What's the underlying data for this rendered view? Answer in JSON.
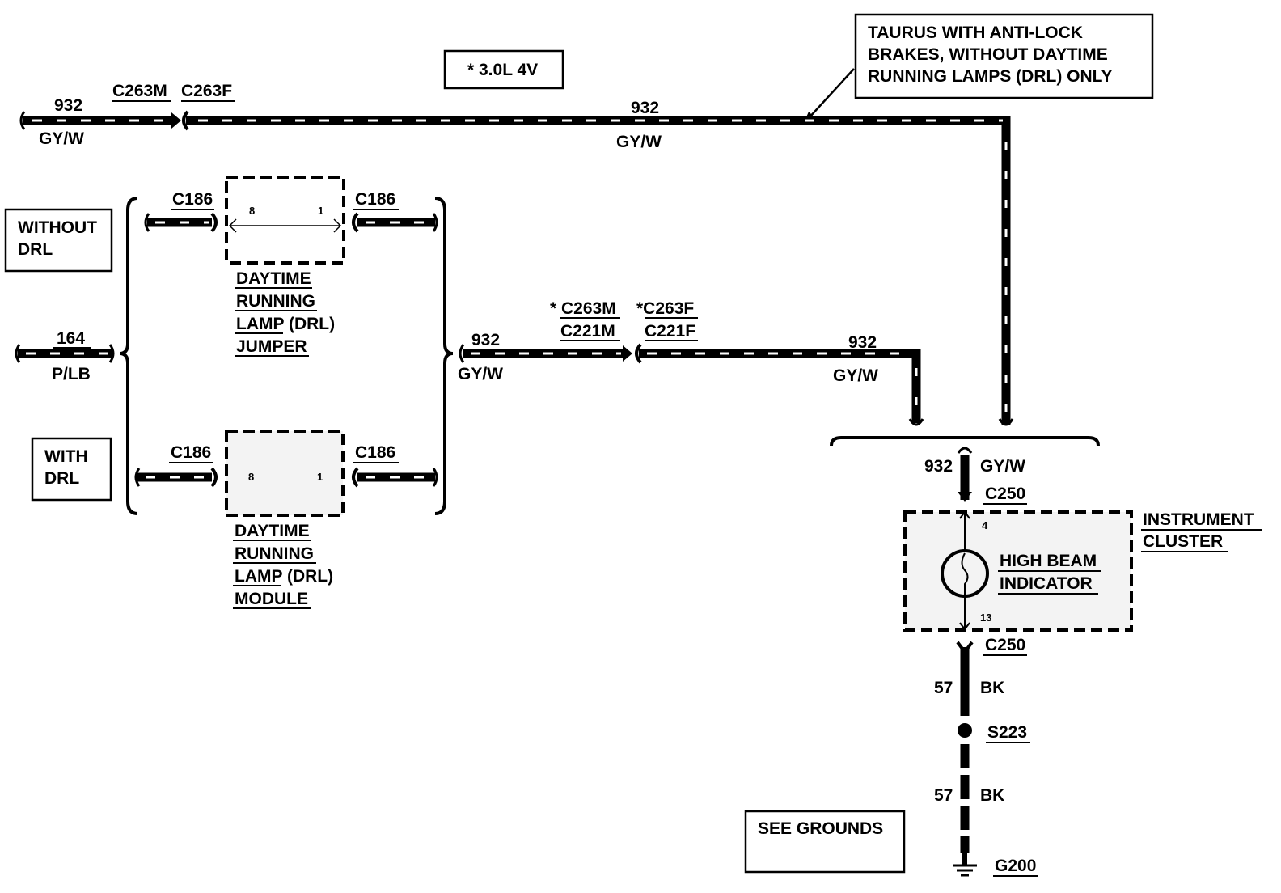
{
  "notes": {
    "engine": "*  3.0L 4V",
    "taurus": [
      "TAURUS  WITH ANTI-LOCK",
      "BRAKES, WITHOUT DAYTIME",
      "RUNNING LAMPS (DRL) ONLY"
    ],
    "without_drl": [
      "WITHOUT",
      "DRL"
    ],
    "with_drl": [
      "WITH",
      "DRL"
    ],
    "see_grounds": "SEE GROUNDS"
  },
  "top_wire": {
    "circuit_left": "932",
    "color_left": "GY/W",
    "conn_m": "C263M",
    "conn_f": "C263F",
    "circuit_right": "932",
    "color_right": "GY/W"
  },
  "input_wire": {
    "circuit": "164",
    "color": "P/LB"
  },
  "jumper": {
    "conn_left": "C186",
    "conn_right": "C186",
    "pin_left": "8",
    "pin_right": "1",
    "name": [
      "DAYTIME",
      "RUNNING",
      "LAMP (DRL)",
      "JUMPER"
    ]
  },
  "module": {
    "conn_left": "C186",
    "conn_right": "C186",
    "pin_left": "8",
    "pin_right": "1",
    "name": [
      "DAYTIME",
      "RUNNING",
      "LAMP (DRL)",
      "MODULE"
    ]
  },
  "middle_wire": {
    "circuit_left": "932",
    "color_left": "GY/W",
    "conn_m_1": "* C263M",
    "conn_m_2": "C221M",
    "conn_f_1": "*C263F",
    "conn_f_2": "C221F",
    "circuit_right": "932",
    "color_right": "GY/W"
  },
  "cluster": {
    "circuit": "932",
    "color": "GY/W",
    "conn_top": "C250",
    "pin_top": "4",
    "pin_bottom": "13",
    "conn_bottom": "C250",
    "name": [
      "INSTRUMENT",
      "CLUSTER"
    ],
    "indicator": [
      "HIGH BEAM",
      "INDICATOR"
    ]
  },
  "ground": {
    "circuit_1": "57",
    "color_1": "BK",
    "splice": "S223",
    "circuit_2": "57",
    "color_2": "BK",
    "ground_point": "G200"
  }
}
